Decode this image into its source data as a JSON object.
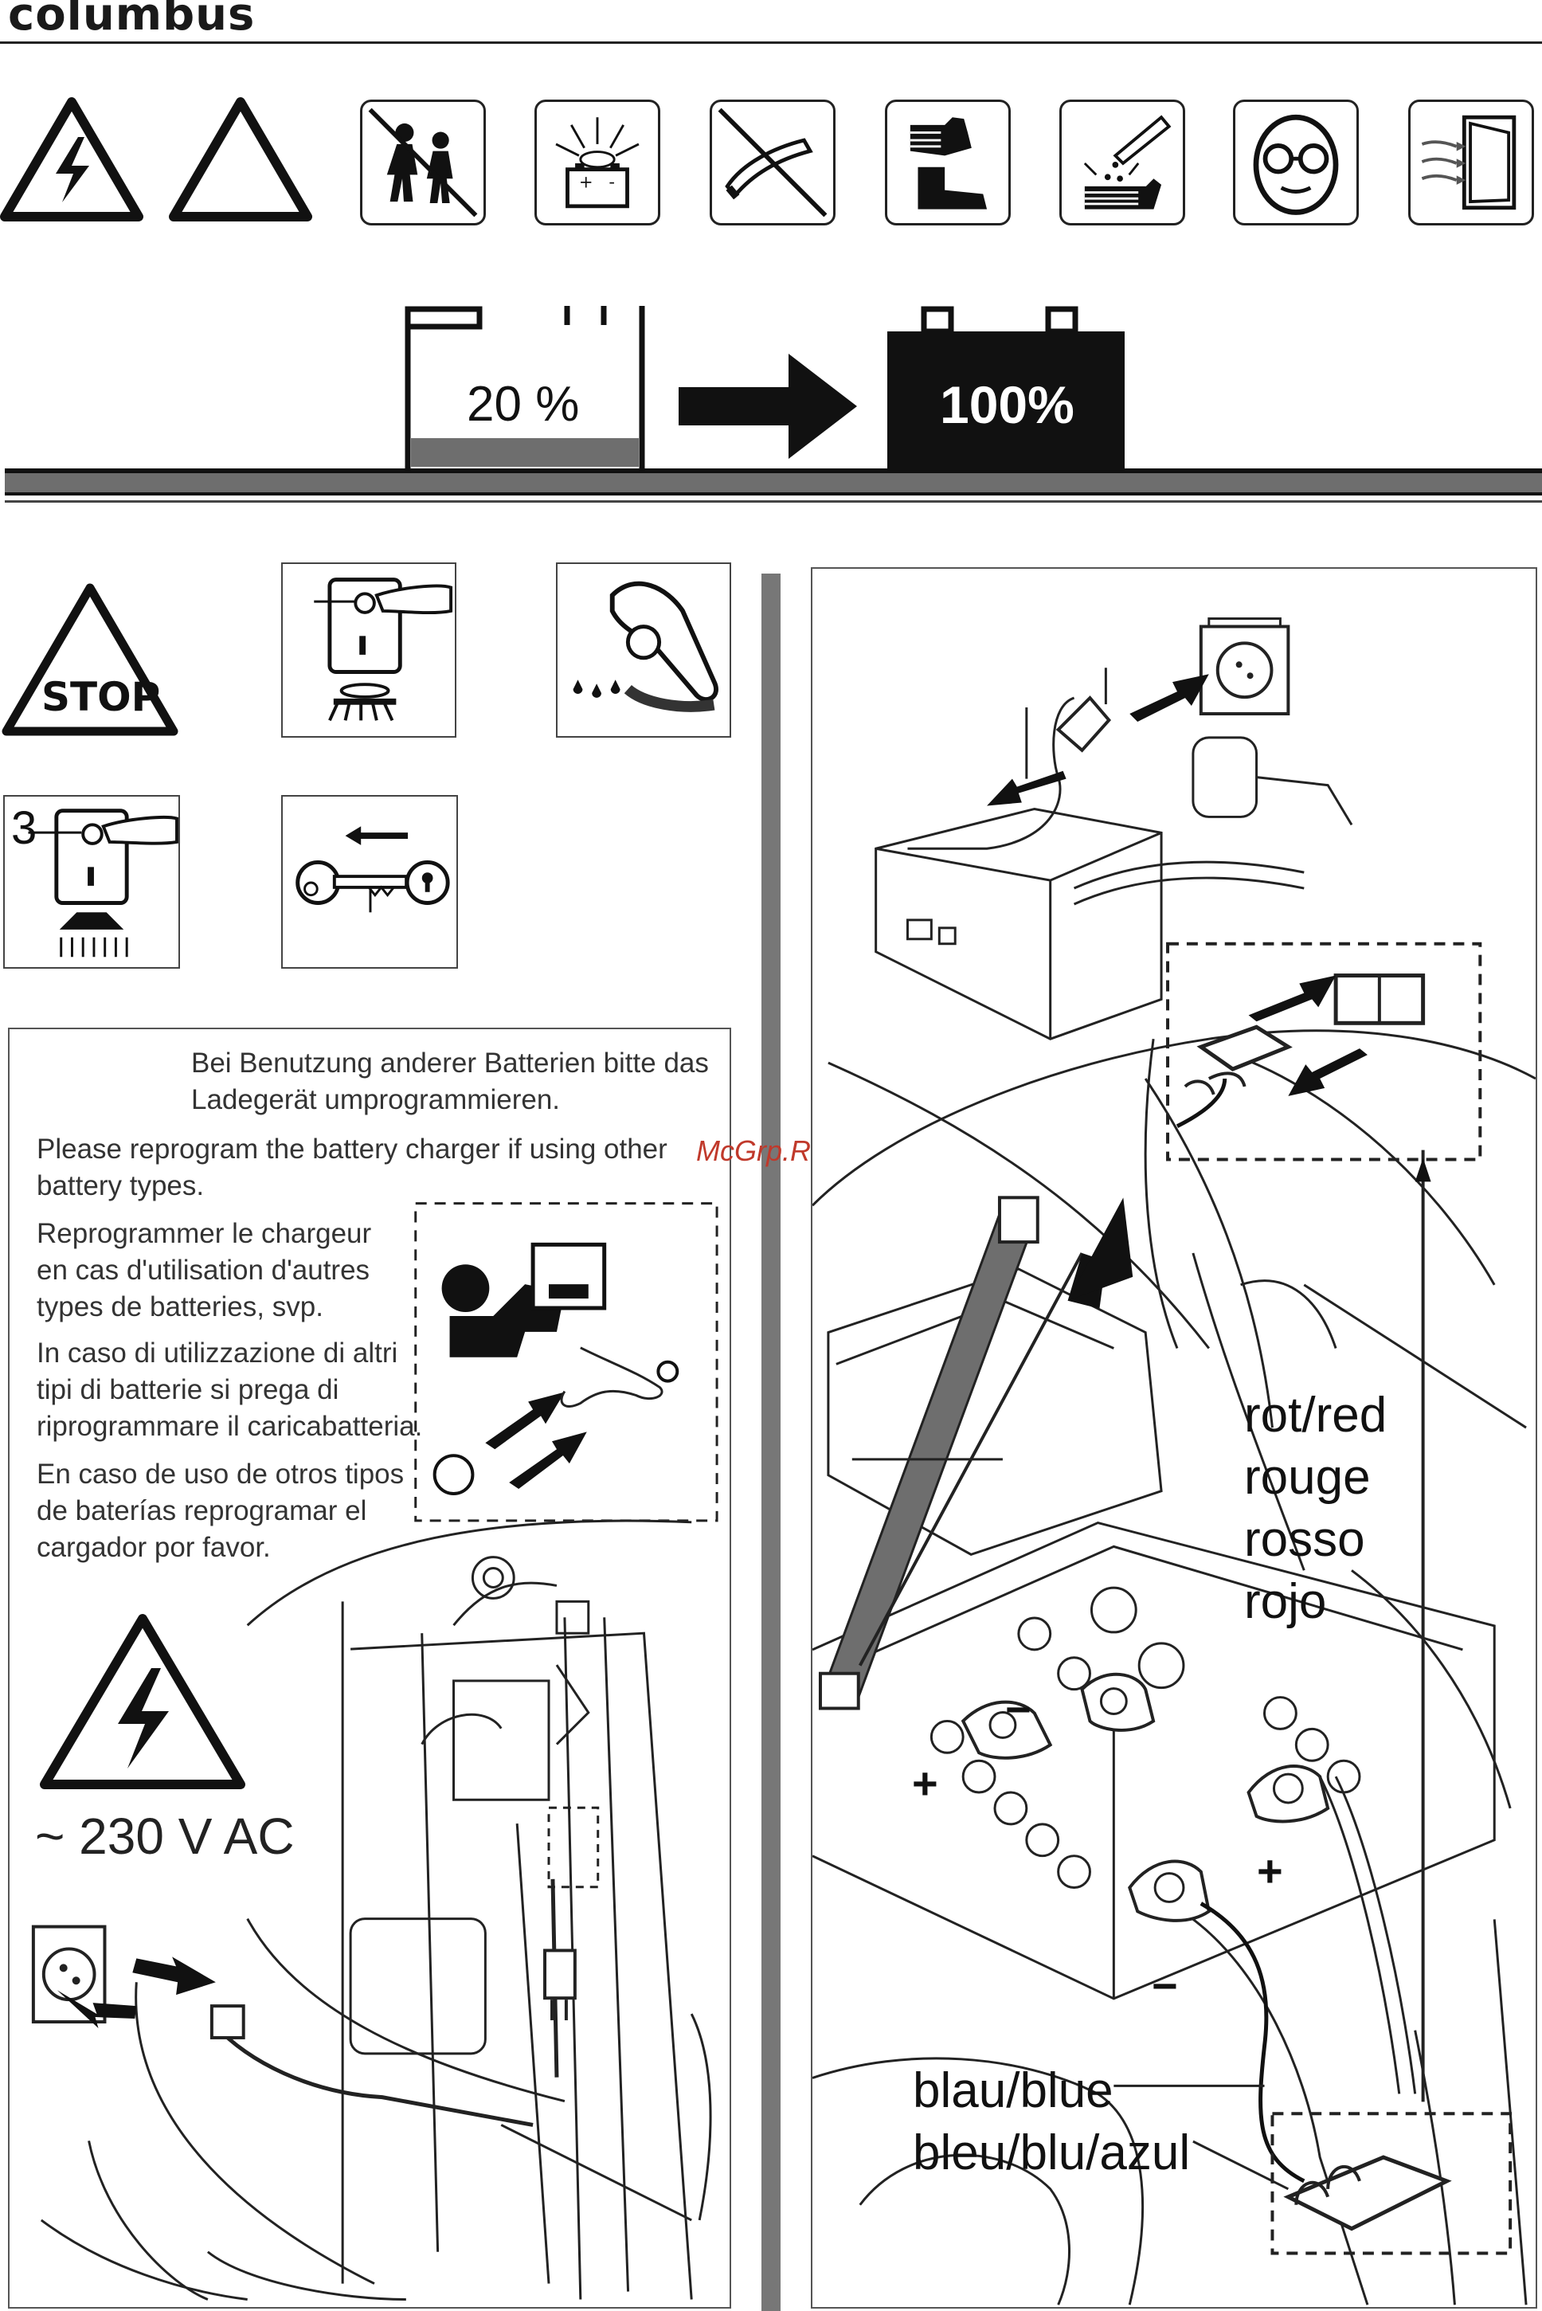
{
  "header": {
    "brand": "columbus"
  },
  "safety_icons": [
    "electric-hazard-icon",
    "warning-triangle-icon",
    "no-children-icon",
    "battery-gas-icon",
    "no-smoking-icon",
    "gloves-boots-icon",
    "acid-hand-icon",
    "goggles-icon",
    "ventilation-icon"
  ],
  "charge_diagram": {
    "level_from": "20 %",
    "level_to": "100%",
    "fill_from": 0.2,
    "fill_to": 1.0
  },
  "left_panel": {
    "stop_label": "STOP",
    "step_number": "3",
    "instructions": {
      "de_line1": "Bei Benutzung anderer Batterien bitte das",
      "de_line2": "Ladegerät umprogrammieren.",
      "en_line1": "Please reprogram the battery charger if using other",
      "en_line2": "battery types.",
      "fr_line1": "Reprogrammer le chargeur",
      "fr_line2": "en cas d'utilisation d'autres",
      "fr_line3": "types de batteries, svp.",
      "it_line1": "In caso di utilizzazione di altri",
      "it_line2": "tipi di batterie si prega di",
      "it_line3": "riprogrammare il caricabatteria.",
      "es_line1": "En caso de uso de otros tipos",
      "es_line2": "de baterías reprogramar el",
      "es_line3": "cargador por favor."
    },
    "voltage": "~ 230 V AC"
  },
  "watermark": "McGrp.Ru",
  "right_panel": {
    "red_labels": [
      "rot/red",
      "rouge",
      "rosso",
      "rojo"
    ],
    "blue_label_line1": "blau/blue",
    "blue_label_line2": "bleu/blu/azul",
    "plus_sign": "+",
    "minus_sign": "−"
  },
  "colors": {
    "watermark": "#c0392b",
    "divider": "#777777",
    "band": "#6e6e6e"
  }
}
